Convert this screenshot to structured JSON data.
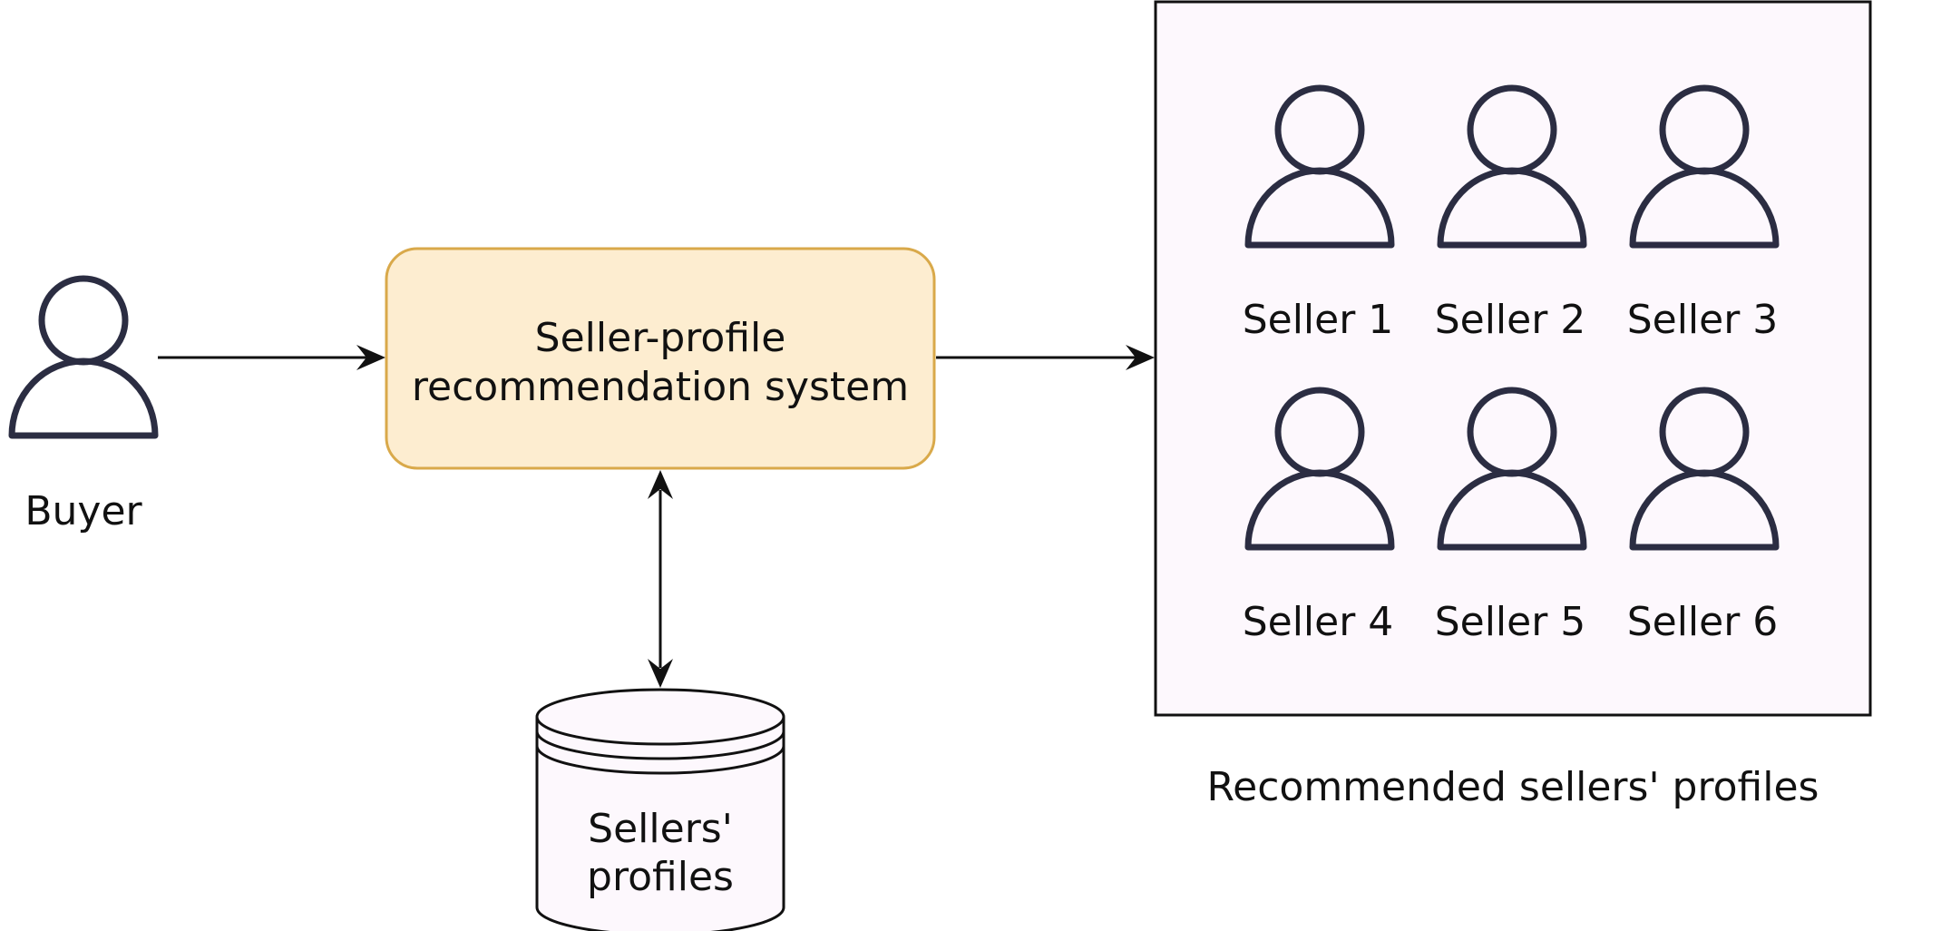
{
  "buyer": {
    "label": "Buyer"
  },
  "system": {
    "line1": "Seller-profile",
    "line2": "recommendation system"
  },
  "database": {
    "line1": "Sellers'",
    "line2": "profiles"
  },
  "recommendations": {
    "caption": "Recommended sellers' profiles",
    "sellers": [
      "Seller 1",
      "Seller 2",
      "Seller 3",
      "Seller 4",
      "Seller 5",
      "Seller 6"
    ]
  },
  "colors": {
    "icon_stroke": "#2b2d42",
    "system_fill": "#fdedd0",
    "system_stroke": "#d9a94a",
    "panel_fill": "#fdf8fd",
    "line": "#111111"
  }
}
